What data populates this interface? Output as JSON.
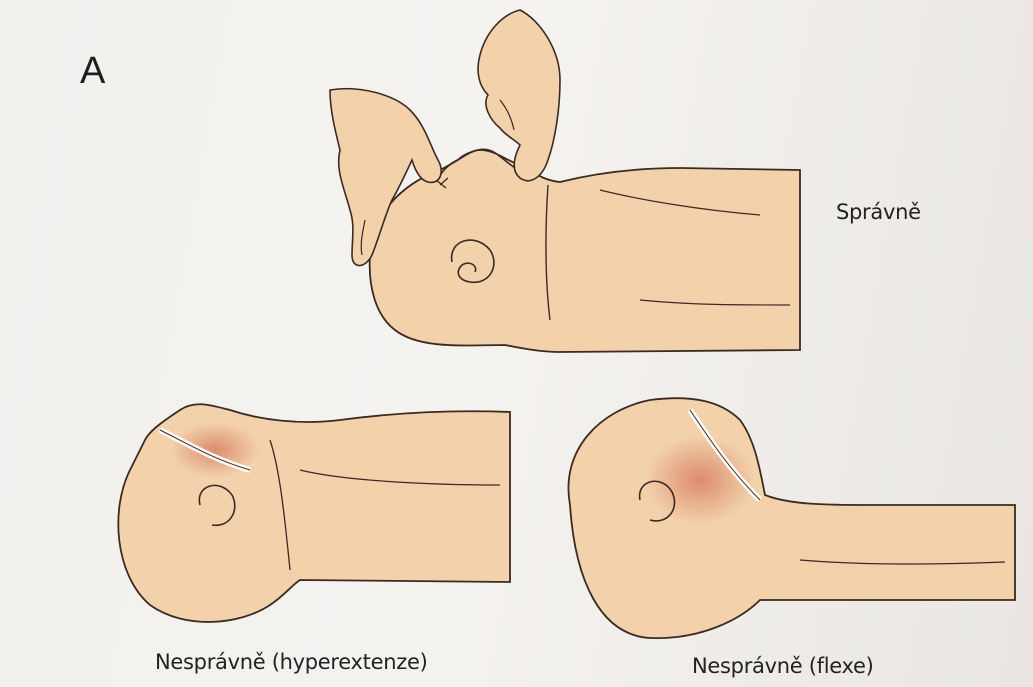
{
  "panel_label": "A",
  "captions": {
    "correct": "Správně",
    "hyperextension": "Nesprávně (hyperextenze)",
    "flexion": "Nesprávně (flexe)"
  },
  "colors": {
    "skin": "#f3d2ab",
    "skin_shadow": "#e8bd93",
    "outline": "#3a2a22",
    "airway_red": "#c9523f"
  },
  "icons": [
    "infant-correct-position-illustration",
    "infant-hyperextension-illustration",
    "infant-flexion-illustration",
    "hands-icon"
  ]
}
